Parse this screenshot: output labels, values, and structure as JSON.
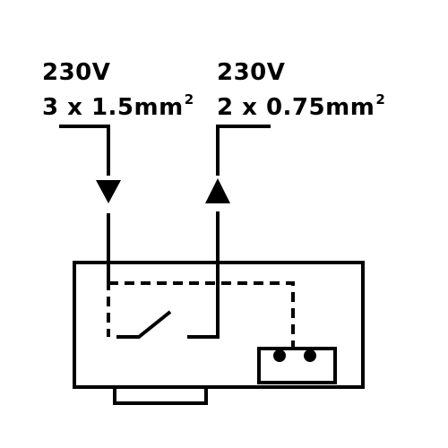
{
  "input": {
    "voltage": "230V",
    "cable_prefix": "3 x 1.5mm",
    "cable_superscript": "2"
  },
  "output": {
    "voltage": "230V",
    "cable_prefix": "2 x 0.75mm",
    "cable_superscript": "2"
  },
  "colors": {
    "stroke": "#000000",
    "background": "#ffffff"
  },
  "icons": {
    "input_arrow": "arrow-down-icon",
    "output_arrow": "arrow-up-icon",
    "switch": "switch-contact-icon",
    "terminal": "terminal-block-icon"
  }
}
